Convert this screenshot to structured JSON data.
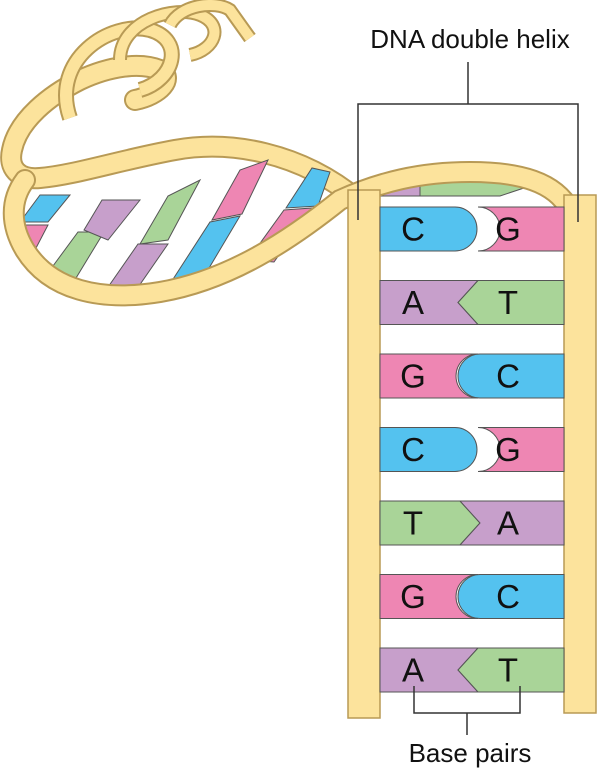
{
  "labels": {
    "helix": "DNA double helix",
    "base_pairs": "Base pairs"
  },
  "base_pairs": [
    {
      "left": "C",
      "right": "G"
    },
    {
      "left": "A",
      "right": "T"
    },
    {
      "left": "G",
      "right": "C"
    },
    {
      "left": "C",
      "right": "G"
    },
    {
      "left": "T",
      "right": "A"
    },
    {
      "left": "G",
      "right": "C"
    },
    {
      "left": "A",
      "right": "T"
    }
  ],
  "colors": {
    "backbone": "#fce39c",
    "backbone_outline": "#b89a55",
    "C": "#54c2ef",
    "G": "#ee86b3",
    "A": "#c79fcb",
    "T": "#a9d498",
    "bracket": "#333333"
  }
}
